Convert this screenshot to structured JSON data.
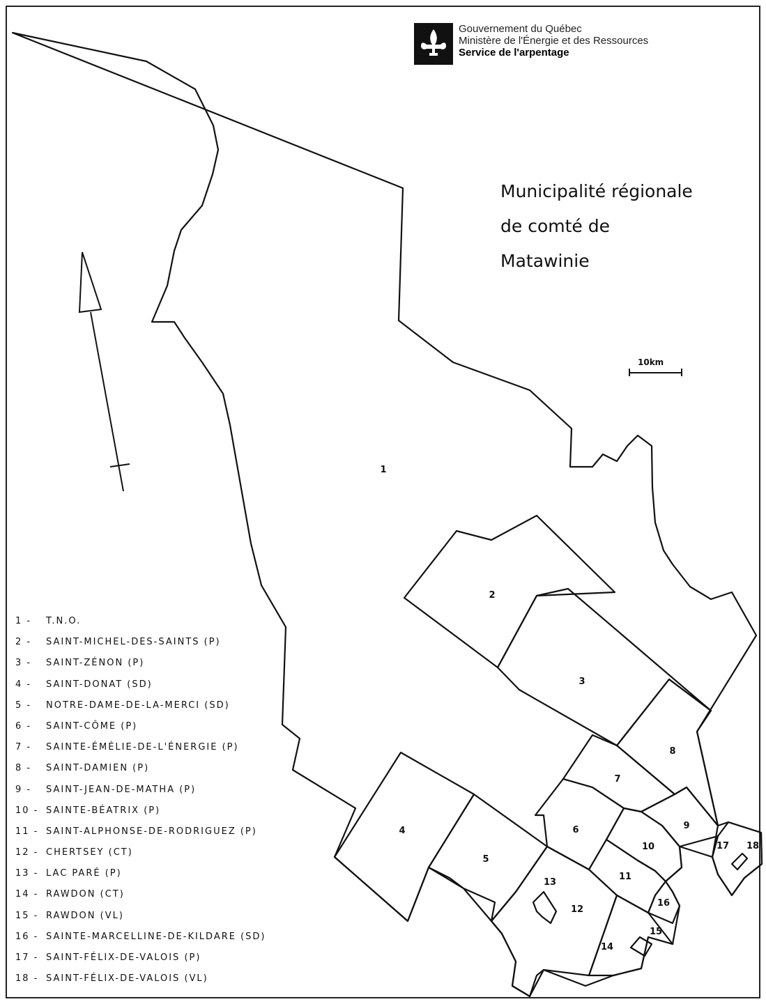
{
  "header": {
    "org_line1": "Gouvernement du Québec",
    "org_line2": "Ministère de l'Énergie et des Ressources",
    "org_line3": "Service de l'arpentage",
    "logo_icon": "fleur-de-lis-icon"
  },
  "title": {
    "line1": "Municipalité régionale",
    "line2": "de comté de",
    "line3": "Matawinie"
  },
  "scale": {
    "label": "10km"
  },
  "north_arrow": {
    "icon": "north-arrow-icon"
  },
  "regions": [
    {
      "id": "1"
    },
    {
      "id": "2"
    },
    {
      "id": "3"
    },
    {
      "id": "4"
    },
    {
      "id": "5"
    },
    {
      "id": "6"
    },
    {
      "id": "7"
    },
    {
      "id": "8"
    },
    {
      "id": "9"
    },
    {
      "id": "10"
    },
    {
      "id": "11"
    },
    {
      "id": "12"
    },
    {
      "id": "13"
    },
    {
      "id": "14"
    },
    {
      "id": "15"
    },
    {
      "id": "16"
    },
    {
      "id": "17"
    },
    {
      "id": "18"
    }
  ],
  "legend": [
    {
      "num": "1 -",
      "name": "T.N.O."
    },
    {
      "num": "2 -",
      "name": "SAINT-MICHEL-DES-SAINTS (P)"
    },
    {
      "num": "3 -",
      "name": "SAINT-ZÉNON (P)"
    },
    {
      "num": "4 -",
      "name": "SAINT-DONAT (SD)"
    },
    {
      "num": "5 -",
      "name": "NOTRE-DAME-DE-LA-MERCI (SD)"
    },
    {
      "num": "6 -",
      "name": "SAINT-CÔME (P)"
    },
    {
      "num": "7 -",
      "name": "SAINTE-ÉMÉLIE-DE-L'ÉNERGIE (P)"
    },
    {
      "num": "8 -",
      "name": "SAINT-DAMIEN (P)"
    },
    {
      "num": "9 -",
      "name": "SAINT-JEAN-DE-MATHA (P)"
    },
    {
      "num": "10 -",
      "name": "SAINTE-BÉATRIX (P)"
    },
    {
      "num": "11 -",
      "name": "SAINT-ALPHONSE-DE-RODRIGUEZ (P)"
    },
    {
      "num": "12 -",
      "name": "CHERTSEY (CT)"
    },
    {
      "num": "13 -",
      "name": "LAC PARÉ (P)"
    },
    {
      "num": "14 -",
      "name": "RAWDON (CT)"
    },
    {
      "num": "15 -",
      "name": "RAWDON (VL)"
    },
    {
      "num": "16 -",
      "name": "SAINTE-MARCELLINE-DE-KILDARE (SD)"
    },
    {
      "num": "17 -",
      "name": "SAINT-FÉLIX-DE-VALOIS (P)"
    },
    {
      "num": "18 -",
      "name": "SAINT-FÉLIX-DE-VALOIS (VL)"
    }
  ]
}
